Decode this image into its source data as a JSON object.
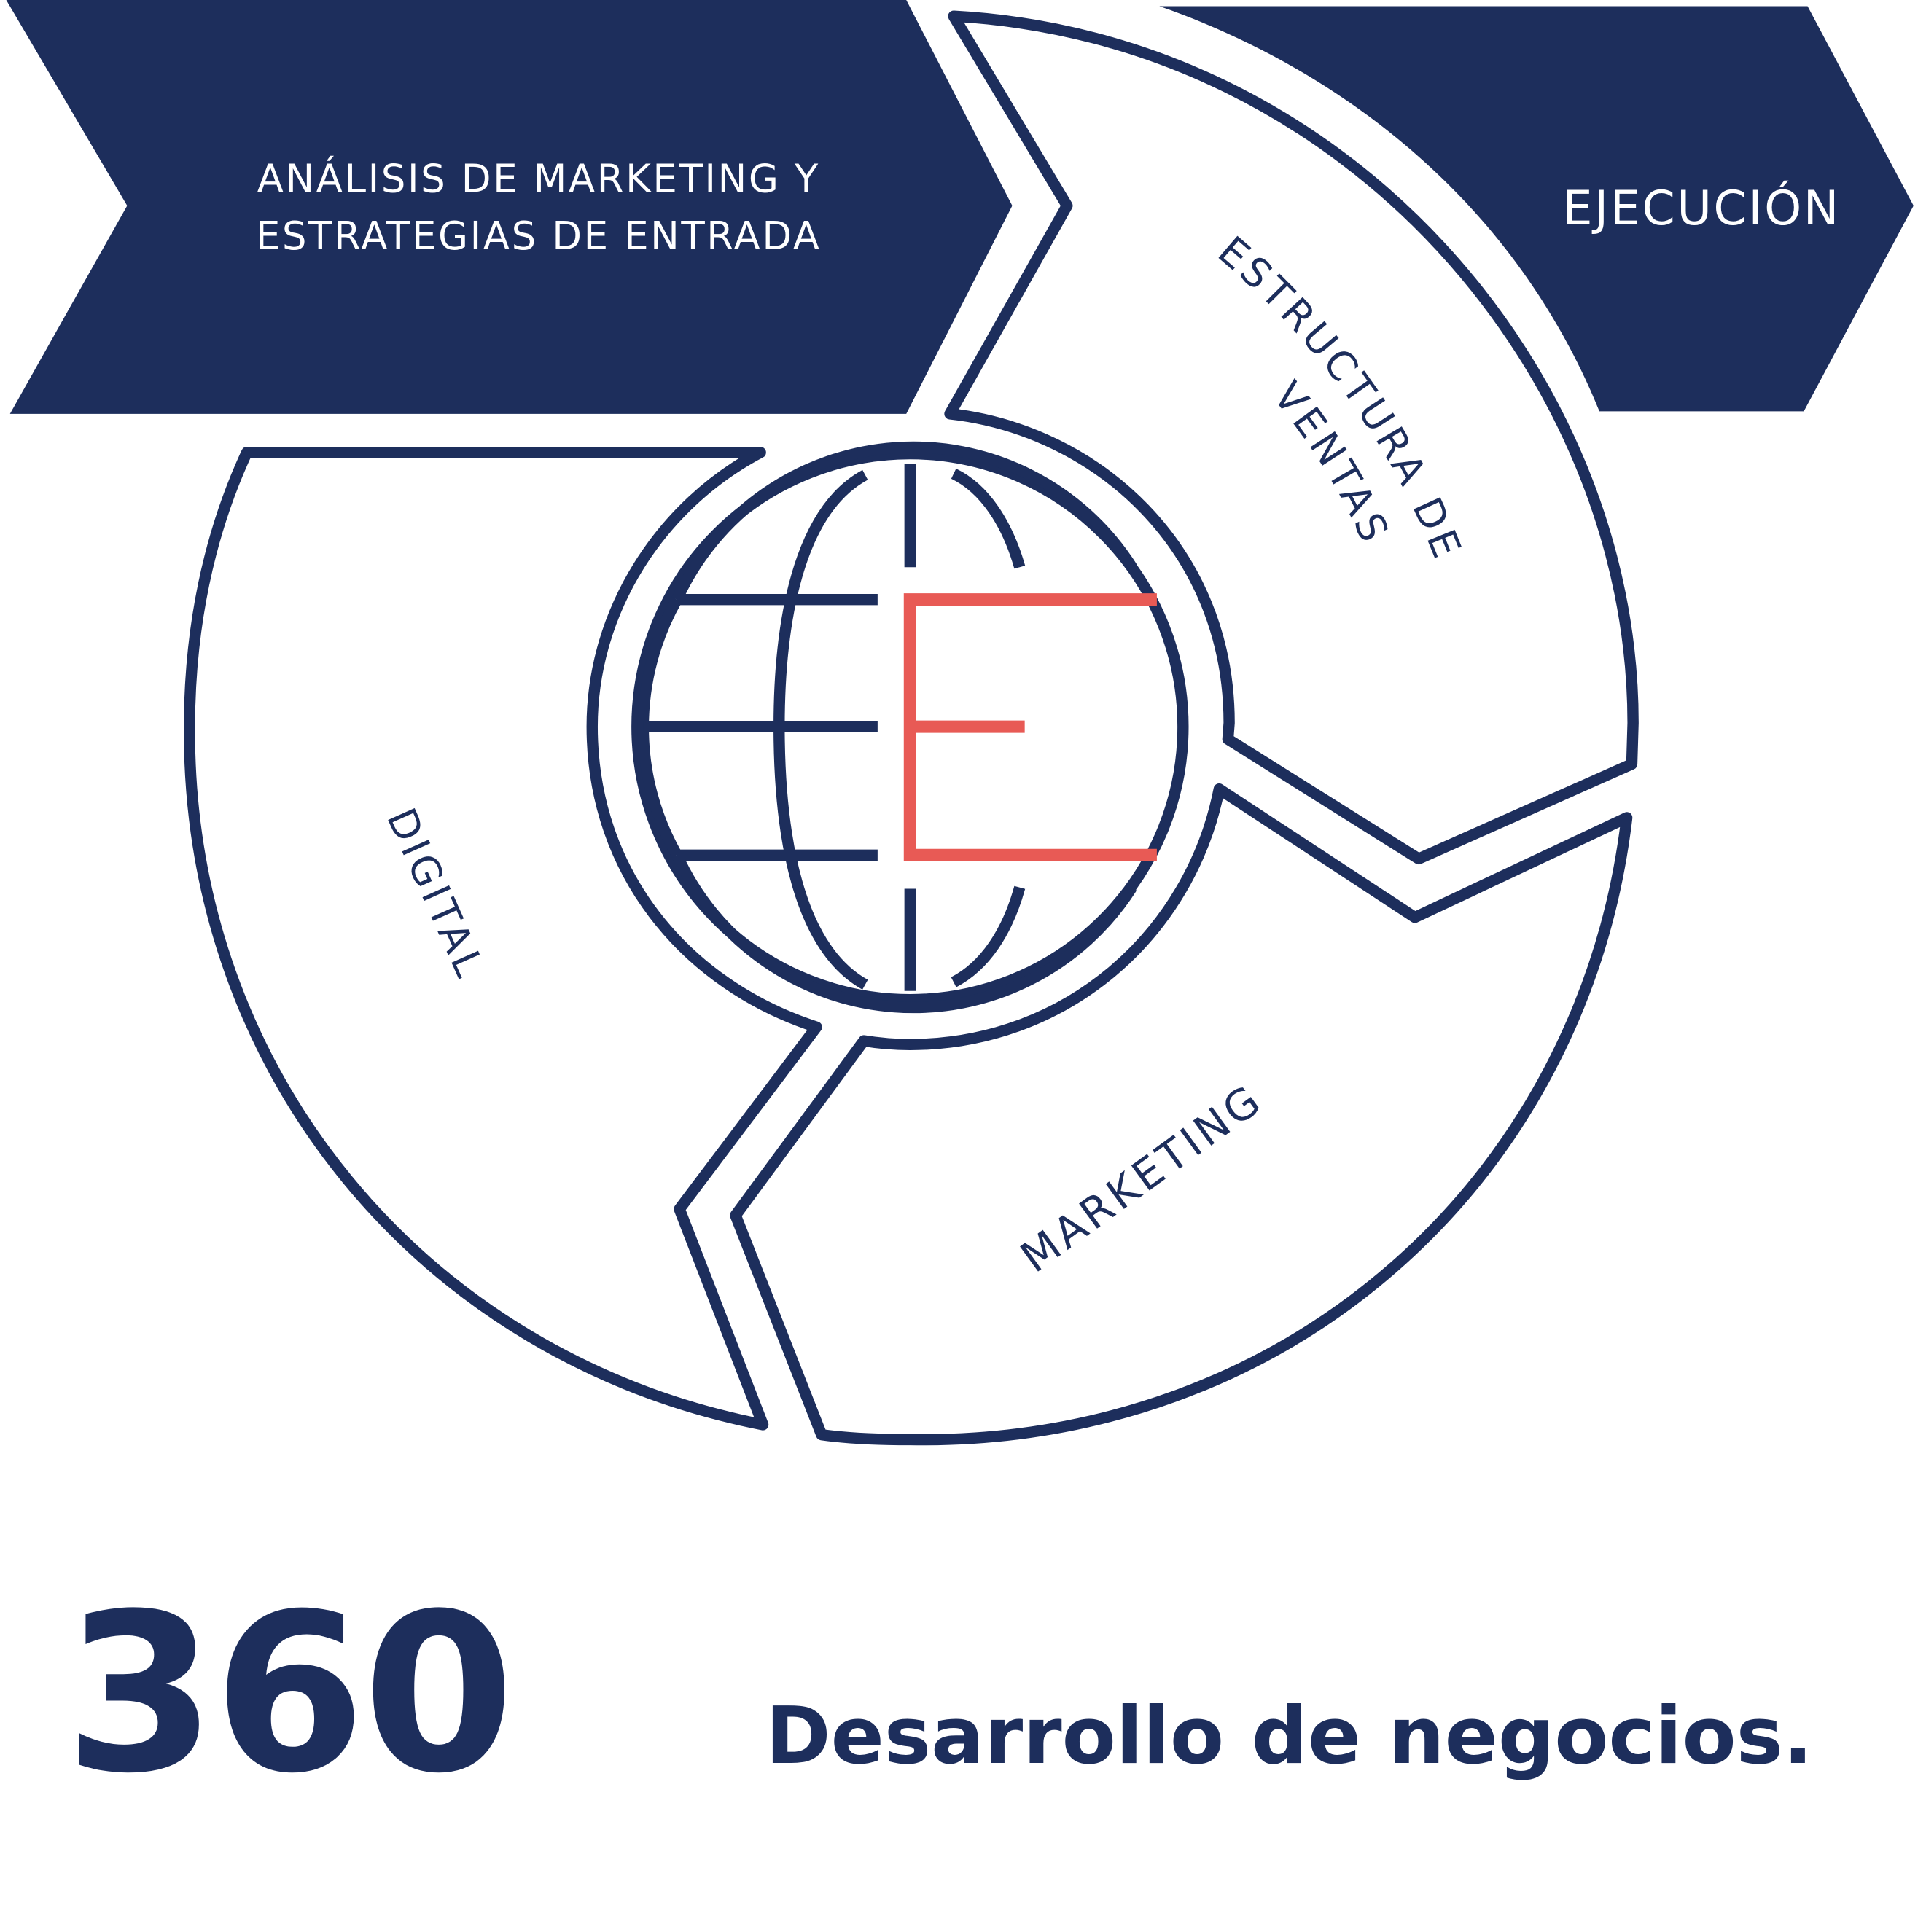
{
  "diagram": {
    "banners": [
      {
        "id": "analisis",
        "lines": [
          "ANÁLISIS DE MARKETING Y",
          "ESTRATEGIAS DE ENTRADA"
        ]
      },
      {
        "id": "ejecucion",
        "lines": [
          "EJECUCIÓN"
        ]
      }
    ],
    "segments": {
      "estructura_line1": "ESTRUCTURA DE",
      "estructura_line2": "VENTAS",
      "digital": "DIGITAL",
      "marketing": "MARKETING"
    },
    "center_logo": {
      "icon": "globe-icon",
      "letter": "E"
    },
    "colors": {
      "navy": "#1d2e5c",
      "accent_red": "#e85a55",
      "background": "#ffffff"
    }
  },
  "footer": {
    "number": "360",
    "tagline": "Desarrollo de negocios."
  }
}
